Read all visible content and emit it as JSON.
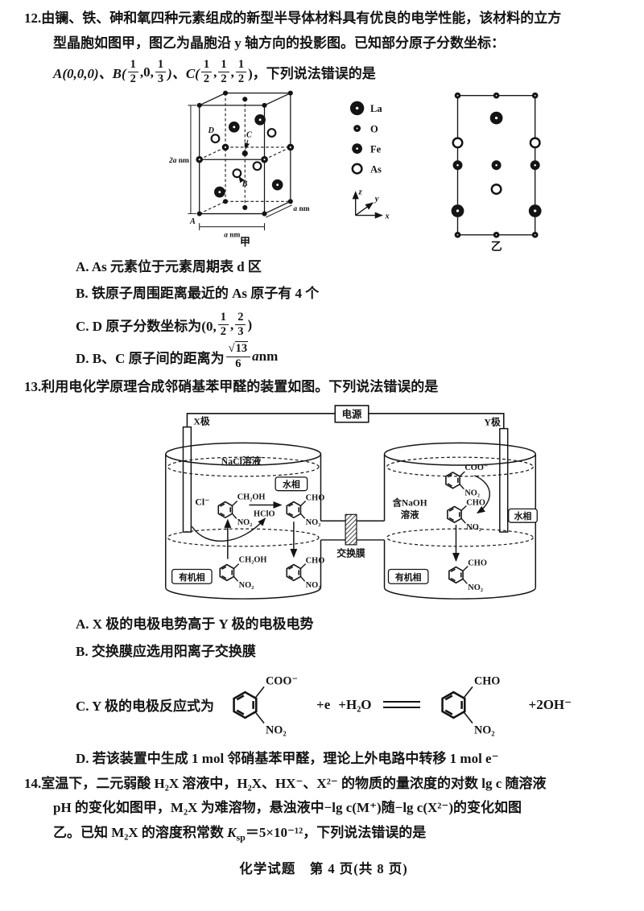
{
  "page": {
    "footer": "化学试题　第 4 页(共 8 页)"
  },
  "q12": {
    "number": "12.",
    "stem1": "由镧、铁、砷和氧四种元素组成的新型半导体材料具有优良的电学性能，该材料的立方",
    "stem2": "型晶胞如图甲，图乙为晶胞沿 y 轴方向的投影图。已知部分原子分数坐标：",
    "coords": {
      "p1": "A(0,0,0)、B(",
      "f1n": "1",
      "f1d": "2",
      "p2": ",0,",
      "f2n": "1",
      "f2d": "3",
      "p3": ")、C(",
      "f3n": "1",
      "f3d": "2",
      "p4": ",",
      "f4n": "1",
      "f4d": "2",
      "p5": ",",
      "f5n": "1",
      "f5d": "2",
      "p6": ")，下列说法错误的是"
    },
    "figure": {
      "caption_jia": "甲",
      "caption_yi": "乙",
      "dim_height_it": "2a",
      "dim_height_unit": " nm",
      "dim_width_it": "a",
      "dim_width_unit": " nm",
      "dim_depth_it": "a",
      "dim_depth_unit": " nm",
      "pt_A": "A",
      "pt_B": "B",
      "pt_C": "C",
      "pt_D": "D",
      "legend_la": "La",
      "legend_o": "O",
      "legend_fe": "Fe",
      "legend_as": "As",
      "ax_x": "x",
      "ax_y": "y",
      "ax_z": "z"
    },
    "optA": "A. As 元素位于元素周期表 d 区",
    "optB": "B. 铁原子周围距离最近的 As 原子有 4 个",
    "optC": {
      "p1": "C. D 原子分数坐标为(0,",
      "f1n": "1",
      "f1d": "2",
      "p2": ",",
      "f2n": "2",
      "f2d": "3",
      "p3": ")"
    },
    "optD": {
      "p1": "D. B、C 原子间的距离为",
      "rad": "√",
      "radicand": "13",
      "den": "6",
      "p2a": "a",
      "p2b": " nm"
    }
  },
  "q13": {
    "number": "13.",
    "stem": "利用电化学原理合成邻硝基苯甲醛的装置如图。下列说法错误的是",
    "app": {
      "power": "电源",
      "xe": "X极",
      "ye": "Y极",
      "nacl": "NaCl溶液",
      "shuixiang": "水相",
      "youjixiang": "有机相",
      "cl": "Cl⁻",
      "hclo": "HClO",
      "membrane": "交换膜",
      "naoh1": "含NaOH",
      "naoh2": "溶液",
      "ch2oh": "CH₂OH",
      "cho": "CHO",
      "coo": "COO⁻",
      "no2": "NO₂"
    },
    "optA": "A. X 极的电极电势高于 Y 极的电极电势",
    "optB": "B. 交换膜应选用阳离子交换膜",
    "optC": {
      "p1": "C. Y 极的电极反应式为",
      "t1": "+e",
      "t2": "+H₂O",
      "t3": "+2OH⁻"
    },
    "optD": "D. 若该装置中生成 1 mol 邻硝基苯甲醛，理论上外电路中转移 1 mol e⁻"
  },
  "q14": {
    "number": "14.",
    "stem1": "室温下，二元弱酸 H₂X 溶液中，H₂X、HX⁻、X²⁻ 的物质的量浓度的对数 lg c 随溶液",
    "stem2": "pH 的变化如图甲，M₂X 为难溶物，悬浊液中−lg c(M⁺)随−lg c(X²⁻)的变化如图",
    "stem3a": "乙。已知 M₂X 的溶度积常数 ",
    "ksp_k": "K",
    "ksp_sub": "sp",
    "stem3b": "＝5×10⁻¹²，下列说法错误的是"
  }
}
